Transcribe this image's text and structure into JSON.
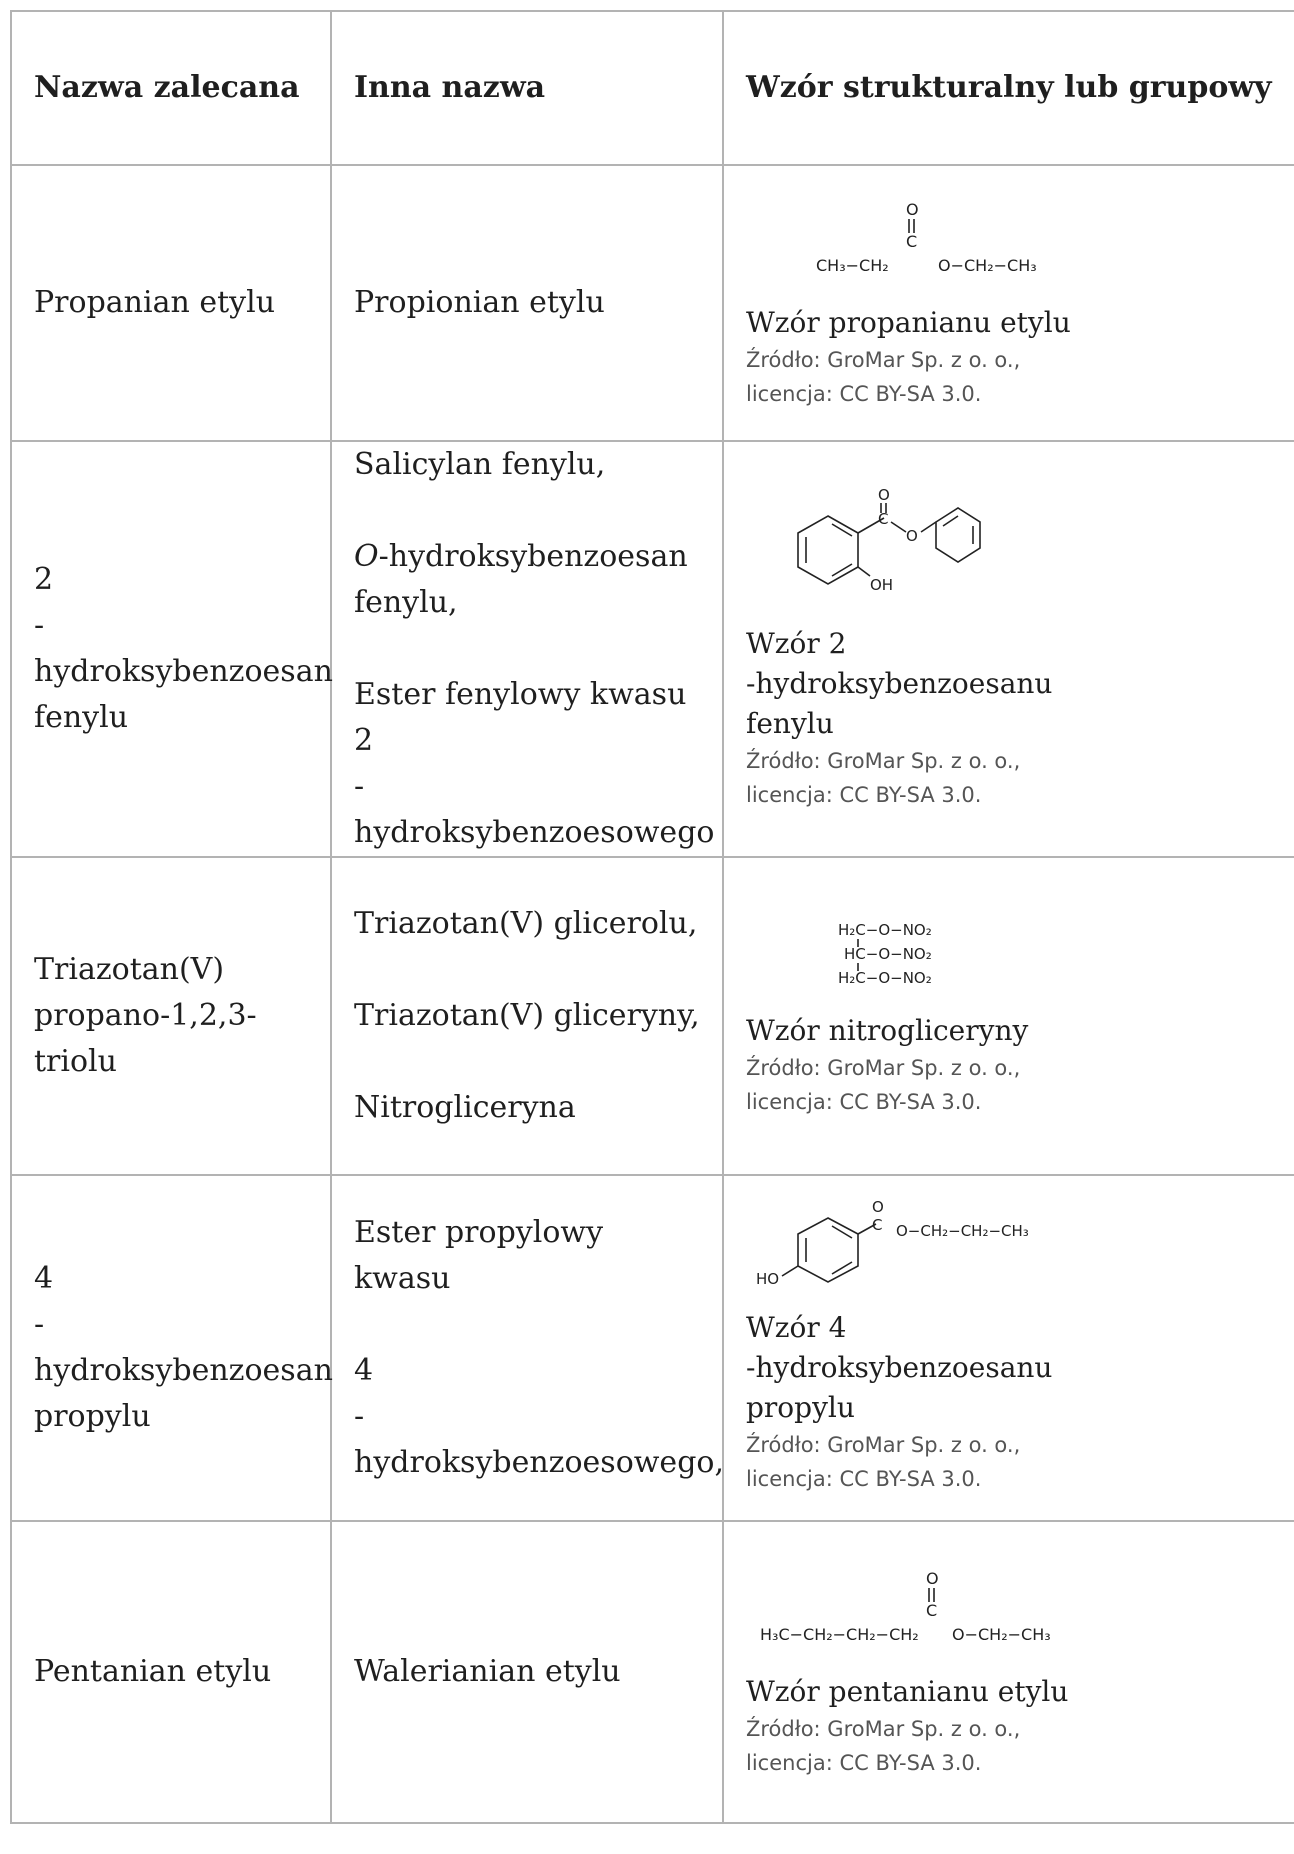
{
  "header": {
    "col1": "Nazwa zalecana",
    "col2": "Inna nazwa",
    "col3": "Wzór strukturalny lub grupowy"
  },
  "rows": [
    {
      "name": [
        "Propanian etylu"
      ],
      "other": [
        "Propionian etylu"
      ],
      "formula_labels": [
        "O",
        "C",
        "CH₃−CH₂",
        "O−CH₂−CH₃"
      ],
      "caption": "Wzór propanianu etylu",
      "source": [
        "Źródło: GroMar Sp. z o. o.,",
        "licencja: CC BY-SA 3.0."
      ]
    },
    {
      "name": [
        "2",
        "-hydroksybenzoesan",
        "fenylu"
      ],
      "other_paras": [
        [
          "Salicylan fenylu,"
        ],
        [
          "-hydroksybenzoesan",
          "fenylu,"
        ],
        [
          "Ester fenylowy kwasu",
          "2",
          "-hydroksybenzoesowego"
        ]
      ],
      "other_italic": "O",
      "formula_labels": [
        "O",
        "C",
        "O",
        "OH"
      ],
      "caption": [
        "Wzór 2",
        "-hydroksybenzoesanu",
        "fenylu"
      ],
      "source": [
        "Źródło: GroMar Sp. z o. o.,",
        "licencja: CC BY-SA 3.0."
      ]
    },
    {
      "name": [
        "Triazotan(V)",
        "propano-1,2,3-",
        "triolu"
      ],
      "other_paras": [
        "Triazotan(V) glicerolu,",
        "Triazotan(V) gliceryny,",
        "Nitrogliceryna"
      ],
      "formula_labels": [
        "H₂C−O−NO₂",
        "HC−O−NO₂",
        "H₂C−O−NO₂"
      ],
      "caption": "Wzór nitrogliceryny",
      "source": [
        "Źródło: GroMar Sp. z o. o.,",
        "licencja: CC BY-SA 3.0."
      ]
    },
    {
      "name": [
        "4",
        "-hydroksybenzoesan",
        "propylu"
      ],
      "other_paras": [
        [
          "Ester propylowy kwasu"
        ],
        [
          "4",
          "-hydroksybenzoesowego,"
        ]
      ],
      "formula_labels": [
        "O",
        "C",
        "O−CH₂−CH₂−CH₃",
        "HO"
      ],
      "caption": [
        "Wzór 4",
        "-hydroksybenzoesanu",
        "propylu"
      ],
      "source": [
        "Źródło: GroMar Sp. z o. o.,",
        "licencja: CC BY-SA 3.0."
      ]
    },
    {
      "name": [
        "Pentanian etylu"
      ],
      "other": [
        "Walerianian etylu"
      ],
      "formula_labels": [
        "O",
        "C",
        "H₃C−CH₂−CH₂−CH₂",
        "O−CH₂−CH₃"
      ],
      "caption": "Wzór pentanianu etylu",
      "source": [
        "Źródło: GroMar Sp. z o. o.,",
        "licencja: CC BY-SA 3.0."
      ]
    }
  ]
}
